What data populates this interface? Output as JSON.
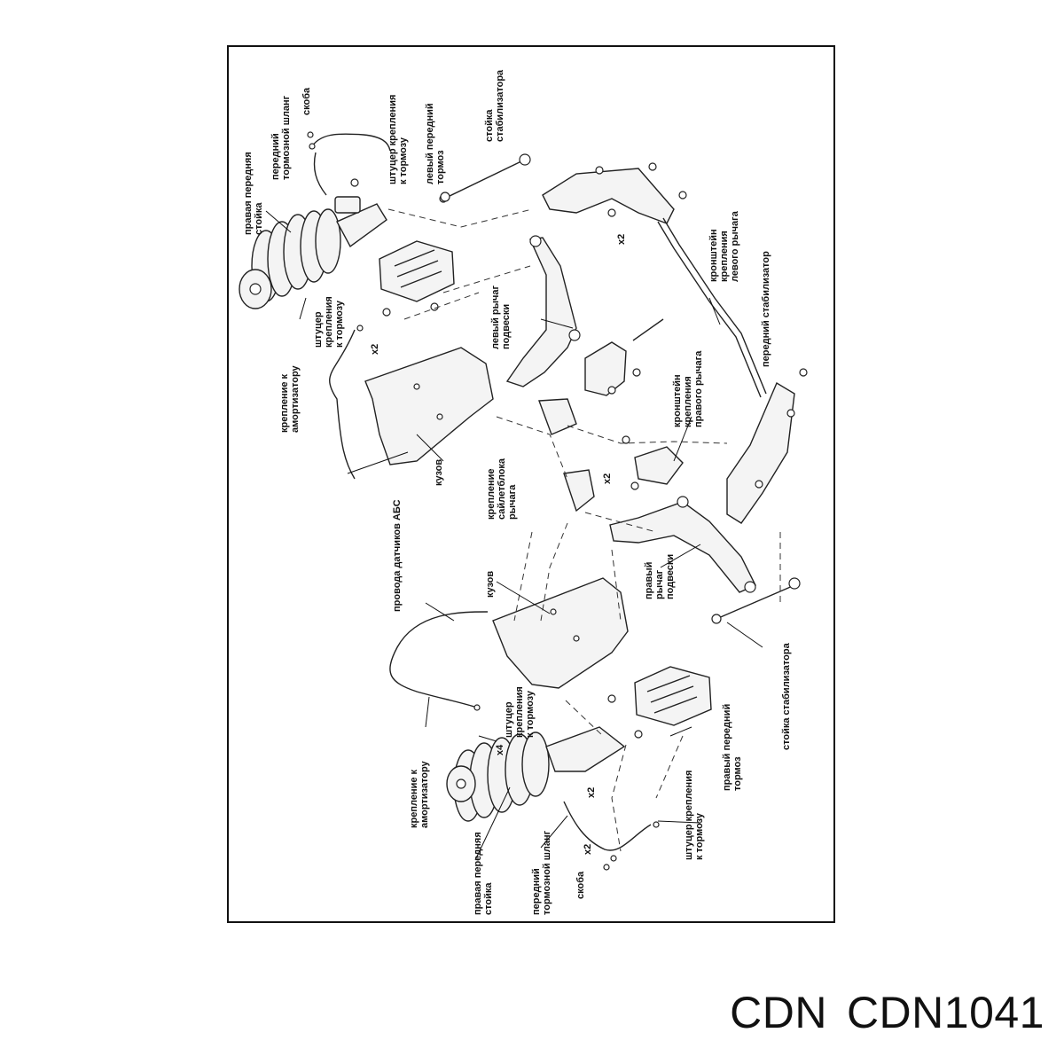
{
  "labels": {
    "left_strut": [
      "правая передняя",
      "стойка"
    ],
    "top_hose": [
      "передний",
      "тормозной шланг"
    ],
    "top_bracket": "скоба",
    "top_fitting": [
      "штуцер  крепления",
      "к тормозу"
    ],
    "left_brake": [
      "левый передний",
      "тормоз"
    ],
    "top_stab_link": [
      "стойка",
      "стабилизатора"
    ],
    "upper_fitting": [
      "штуцер",
      "крепления",
      "к тормозу"
    ],
    "upper_shock_mount": [
      "крепление к",
      "амортизатору"
    ],
    "left_arm": [
      "левый рычаг",
      "подвески"
    ],
    "left_arm_bracket": [
      "кронштейн",
      "крепления",
      "левого рычага"
    ],
    "stabilizer": "передний стабилизатор",
    "right_arm_bracket": [
      "кронштейн",
      "крепления",
      "правого рычага"
    ],
    "body_upper": "кузов",
    "bushing_mount": [
      "крепление",
      "сайлетблока",
      "рычага"
    ],
    "abs_wires": "провода датчиков АБС",
    "body_lower": "кузов",
    "right_arm": [
      "правый",
      "рычаг",
      "подвески"
    ],
    "bottom_stab_link": "стойка стабилизатора",
    "lower_fitting": [
      "штуцер",
      "крепления",
      "к тормозу"
    ],
    "lower_shock_mount": [
      "крепление к",
      "амортизатору"
    ],
    "right_brake": [
      "правый передний",
      "тормоз"
    ],
    "bottom_fitting": [
      "штуцер  крепления",
      "к тормозу"
    ],
    "bottom_strut": [
      "правая передняя",
      "стойка"
    ],
    "bottom_hose": [
      "передний",
      "тормозной шланг"
    ],
    "bottom_bracket": "скоба"
  },
  "multipliers": {
    "x2_top_bracket": "x2",
    "x2_upper_strut": "x2",
    "x2_middle": "x2",
    "x4_lower_strut": "x4",
    "x2_lower_strut": "x2",
    "x2_bottom": "x2"
  },
  "footer": {
    "brand": "CDN",
    "part_number": "CDN1041"
  }
}
